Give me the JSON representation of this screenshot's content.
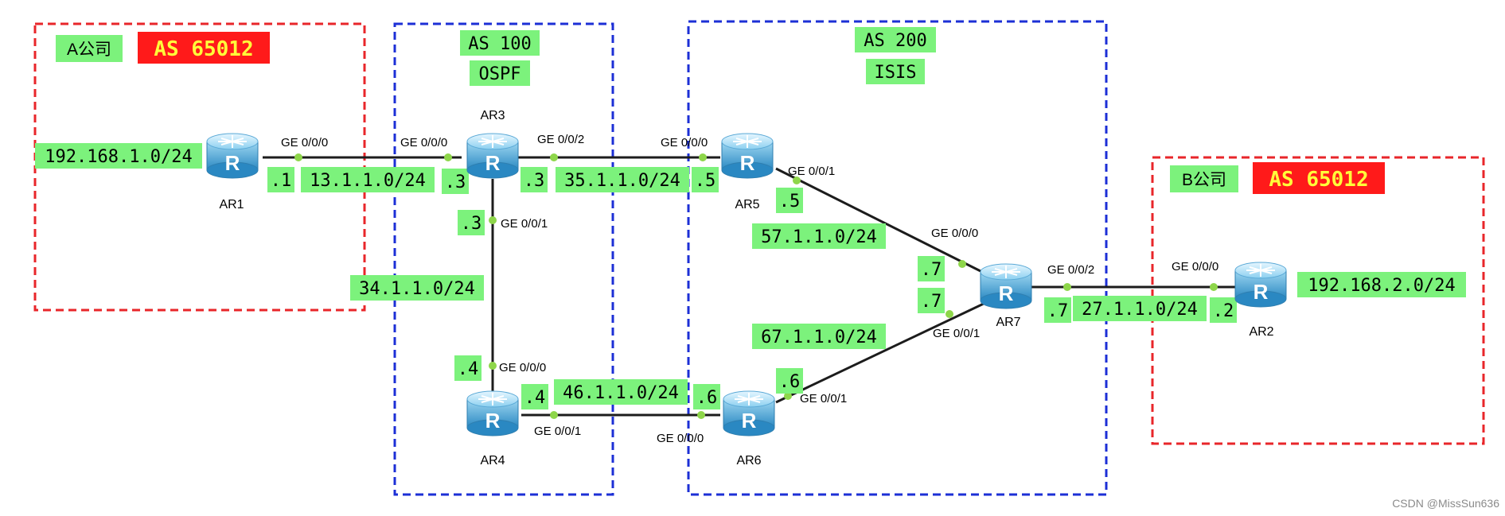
{
  "colors": {
    "background": "#ffffff",
    "company_border": "#e8262a",
    "as_border": "#1c2fd6",
    "label_fill": "#7cf27c",
    "as_label_fill": "#ff1a1a",
    "as_label_text": "#ffff3a",
    "link": "#1c1c1c",
    "port_dot": "#8ed64a",
    "router_body": "#3fa3d6"
  },
  "routers": [
    {
      "name": "AR1"
    },
    {
      "name": "AR3"
    },
    {
      "name": "AR5"
    },
    {
      "name": "AR7"
    },
    {
      "name": "AR4"
    },
    {
      "name": "AR6"
    },
    {
      "name": "AR2"
    }
  ],
  "router_icon": {
    "glyph": "R",
    "icon": "router-icon"
  },
  "regions": {
    "company_a": {
      "name": "A公司",
      "as": "AS 65012"
    },
    "company_b": {
      "name": "B公司",
      "as": "AS 65012"
    },
    "as100": {
      "as": "AS 100",
      "protocol": "OSPF"
    },
    "as200": {
      "as": "AS 200",
      "protocol": "ISIS"
    }
  },
  "networks": [
    "192.168.1.0/24",
    "13.1.1.0/24",
    "35.1.1.0/24",
    "57.1.1.0/24",
    "34.1.1.0/24",
    "46.1.1.0/24",
    "67.1.1.0/24",
    "27.1.1.0/24",
    "192.168.2.0/24"
  ],
  "host_ids": [
    ".1",
    ".3",
    ".3",
    ".5",
    ".3",
    ".5",
    ".4",
    ".4",
    ".6",
    ".6",
    ".7",
    ".7",
    ".7",
    ".2"
  ],
  "ports": [
    "GE 0/0/0",
    "GE 0/0/0",
    "GE 0/0/2",
    "GE 0/0/0",
    "GE 0/0/1",
    "GE 0/0/1",
    "GE 0/0/0",
    "GE 0/0/0",
    "GE 0/0/1",
    "GE 0/0/1",
    "GE 0/0/0",
    "GE 0/0/1",
    "GE 0/0/2",
    "GE 0/0/0"
  ],
  "watermark": "CSDN @MissSun636"
}
